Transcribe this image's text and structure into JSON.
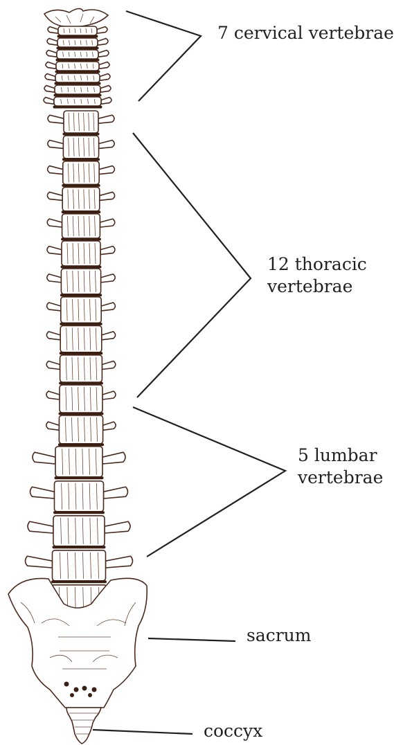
{
  "diagram": {
    "labels": {
      "cervical": [
        "7 cervical vertebrae"
      ],
      "thoracic": [
        "12 thoracic",
        "vertebrae"
      ],
      "lumbar": [
        "5 lumbar",
        "vertebrae"
      ],
      "sacrum": [
        "sacrum"
      ],
      "coccyx": [
        "coccyx"
      ]
    },
    "colors": {
      "ink": "#231f20",
      "bone_outline": "#4a2a1c",
      "disc": "#3b1f12"
    }
  }
}
